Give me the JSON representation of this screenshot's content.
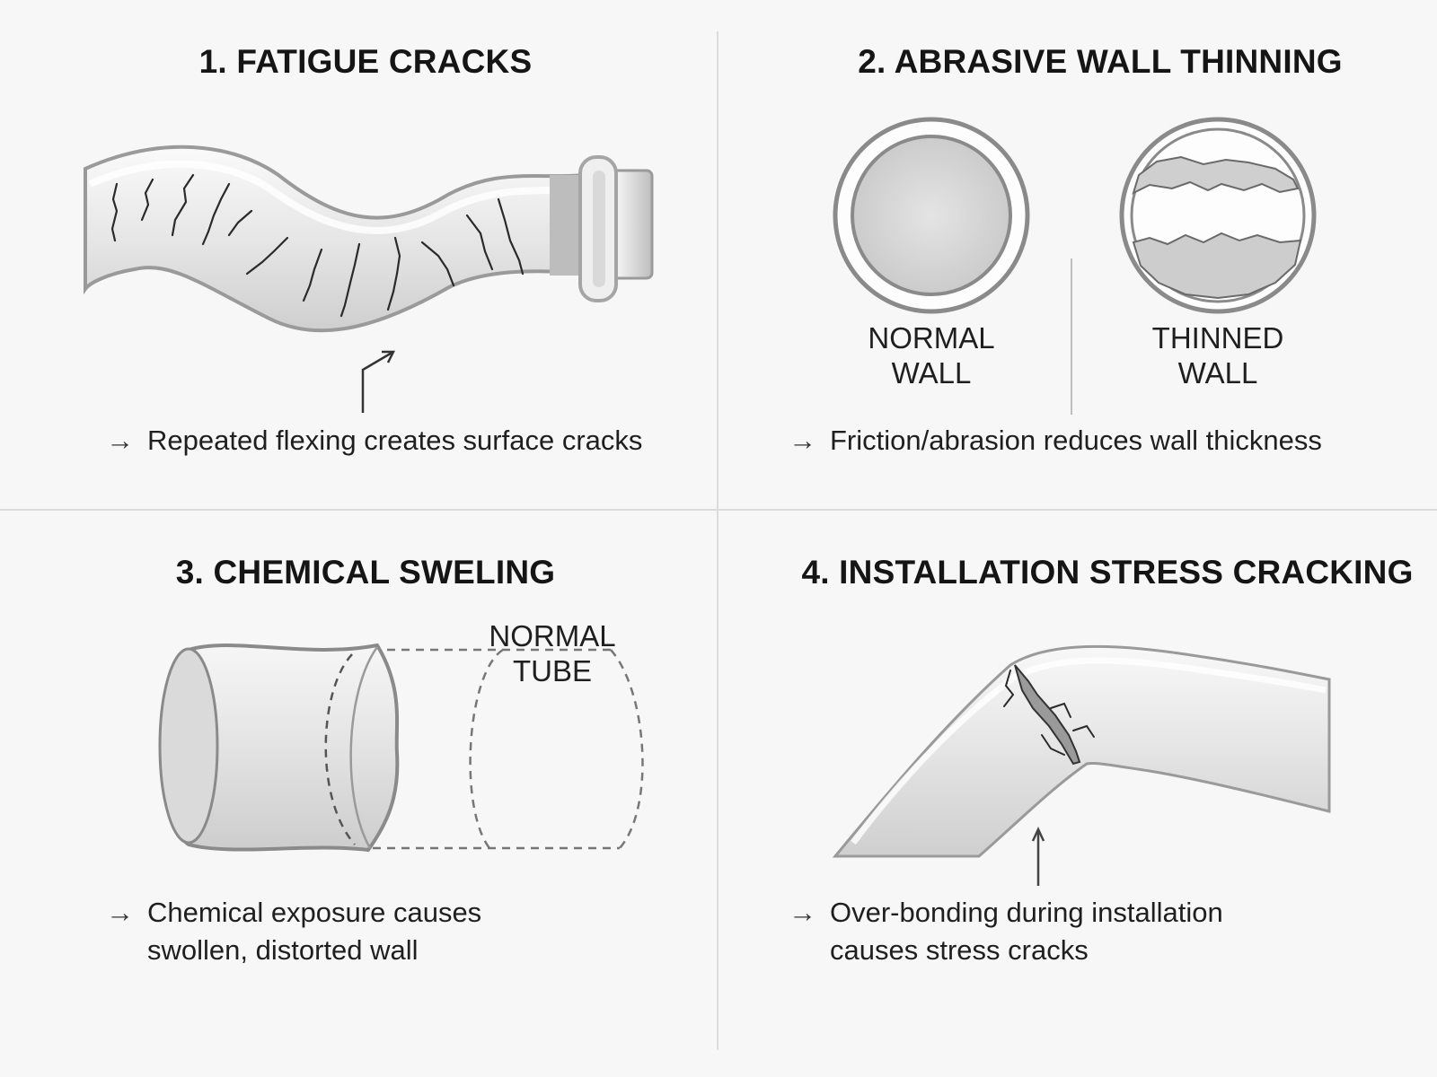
{
  "panels": [
    {
      "title": "1. FATIGUE CRACKS",
      "caption": "Repeated flexing creates surface cracks",
      "arrow": "→"
    },
    {
      "title": "2. ABRASIVE WALL THINNING",
      "caption": "Friction/abrasion reduces wall thickness",
      "arrow": "→",
      "labels": {
        "normal_line1": "NORMAL",
        "normal_line2": "WALL",
        "thinned_line1": "THINNED",
        "thinned_line2": "WALL"
      }
    },
    {
      "title": "3. CHEMICAL SWELING",
      "caption_line1": "Chemical exposure causes",
      "caption_line2": "swollen, distorted wall",
      "arrow": "→",
      "labels": {
        "normal_line1": "NORMAL",
        "normal_line2": "TUBE"
      }
    },
    {
      "title": "4. INSTALLATION STRESS CRACKING",
      "caption_line1": "Over-bonding during installation",
      "caption_line2": "causes stress cracks",
      "arrow": "→"
    }
  ],
  "icons": {
    "caption_arrow": "right-arrow-icon",
    "pointer_arrow": "pointer-arrow-icon"
  },
  "colors": {
    "background": "#f7f7f7",
    "divider": "#dcdcdc",
    "tube_fill": "#e9e9e9",
    "tube_outline": "#8a8a8a",
    "crack": "#2a2a2a"
  }
}
